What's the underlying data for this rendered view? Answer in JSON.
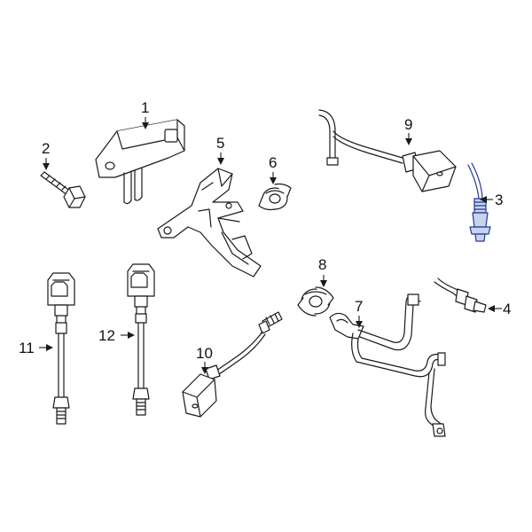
{
  "colors": {
    "line": "#1a1a1a",
    "highlight": "#1f3a93",
    "background": "#ffffff"
  },
  "callouts": {
    "c1": "1",
    "c2": "2",
    "c3": "3",
    "c4": "4",
    "c5": "5",
    "c6": "6",
    "c7": "7",
    "c8": "8",
    "c9": "9",
    "c10": "10",
    "c11": "11",
    "c12": "12"
  },
  "highlighted_part": "3"
}
